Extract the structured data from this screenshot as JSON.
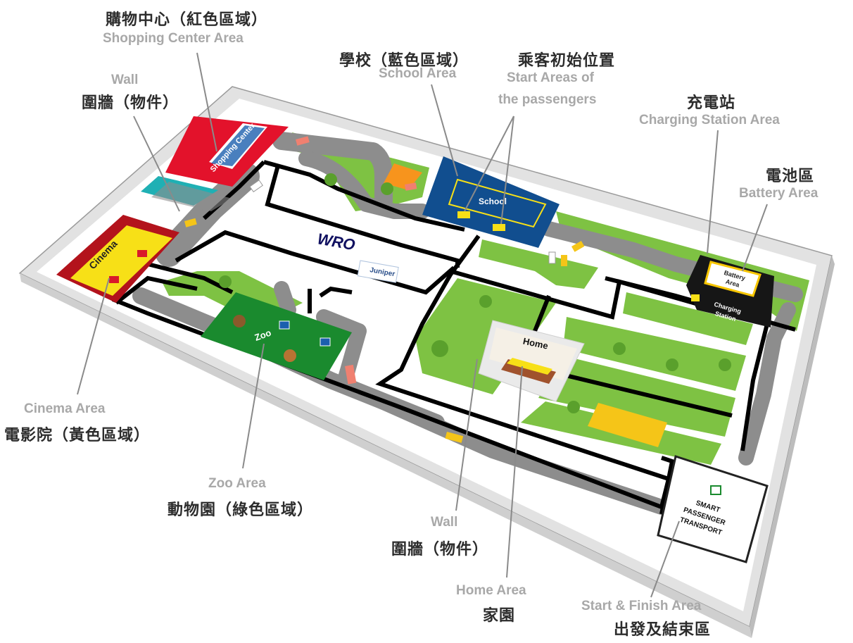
{
  "labels": {
    "shopping": {
      "zh": "購物中心（紅色區域）",
      "en": "Shopping Center Area"
    },
    "wall_top": {
      "en": "Wall",
      "zh": "圍牆（物件）"
    },
    "school": {
      "zh": "學校（藍色區域）",
      "en": "School Area"
    },
    "start_passengers": {
      "zh": "乘客初始位置",
      "en1": "Start Areas of",
      "en2": "the passengers"
    },
    "charging": {
      "zh": "充電站",
      "en": "Charging Station Area"
    },
    "battery": {
      "zh": "電池區",
      "en": "Battery Area"
    },
    "cinema": {
      "en": "Cinema Area",
      "zh": "電影院（黃色區域）"
    },
    "zoo": {
      "en": "Zoo Area",
      "zh": "動物園（綠色區域）"
    },
    "wall_bottom": {
      "en": "Wall",
      "zh": "圍牆（物件）"
    },
    "home": {
      "en": "Home Area",
      "zh": "家園"
    },
    "start_finish": {
      "en": "Start & Finish Area",
      "zh": "出發及結束區"
    }
  },
  "map": {
    "shopping_sign": "Shopping Center",
    "school_sign": "School",
    "cinema_sign": "Cinema",
    "zoo_sign": "Zoo",
    "home_sign": "Home",
    "battery_sign1": "Battery",
    "battery_sign2": "Area",
    "charging_sign1": "Charging",
    "charging_sign2": "Station",
    "logo_wro": "WRO",
    "logo_sponsor": "Juniper",
    "spt_line1": "SMART",
    "spt_line2": "PASSENGER",
    "spt_line3": "TRANSPORT"
  },
  "colors": {
    "wall": "#f4f4f4",
    "road": "#8d8d8d",
    "grass": "#7ec243",
    "shopping": "#e3122b",
    "school": "#114e8f",
    "cinema": "#f7e017",
    "zoo": "#1a8a2e",
    "lot_teal": "#1fb0b4",
    "orange": "#f7941d",
    "yellow_bus": "#f5c518",
    "charging": "#161616",
    "line": "#000000",
    "label_en": "#a8a8a8",
    "label_zh": "#2c2c2c"
  }
}
